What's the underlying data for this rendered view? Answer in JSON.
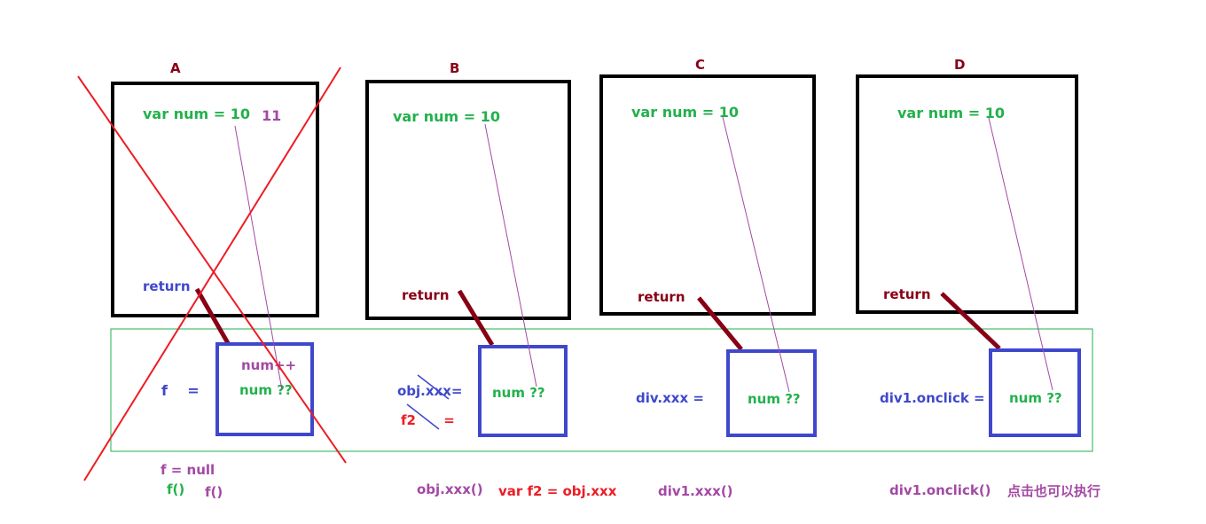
{
  "colors": {
    "box_border": "#000000",
    "inner_box_border": "#3f48cc",
    "green_text": "#22b14c",
    "blue_text": "#3f48cc",
    "purple_text": "#a349a4",
    "dark_red_text": "#880015",
    "red": "#ed1c24",
    "frame_green": "#22b14c",
    "connector": "#880015",
    "pointer_line": "#a349a4"
  },
  "panels": [
    {
      "id": "a",
      "title": "A",
      "var_decl": "var  num = 10",
      "updated_value": "11",
      "return_label": "return",
      "inner_line1": "num++",
      "inner_line2": "num ??",
      "assign_label": "f    =",
      "below": [
        "f = null",
        "f()",
        "f()"
      ],
      "crossed_out": true
    },
    {
      "id": "b",
      "title": "B",
      "var_decl": "var  num = 10",
      "return_label": "return",
      "inner_line": "num ??",
      "assign_label": "obj.xxx=",
      "assign_label_2": "f2      =",
      "below": [
        "obj.xxx()",
        "var f2 = obj.xxx"
      ]
    },
    {
      "id": "c",
      "title": "C",
      "var_decl": "var num = 10",
      "return_label": "return",
      "inner_line": "num ??",
      "assign_label": "div.xxx =",
      "below": [
        "div1.xxx()"
      ]
    },
    {
      "id": "d",
      "title": "D",
      "var_decl": "var num = 10",
      "return_label": "return",
      "inner_line": "num ??",
      "assign_label": "div1.onclick =",
      "below": [
        "div1.onclick()",
        "点击也可以执行"
      ]
    }
  ]
}
